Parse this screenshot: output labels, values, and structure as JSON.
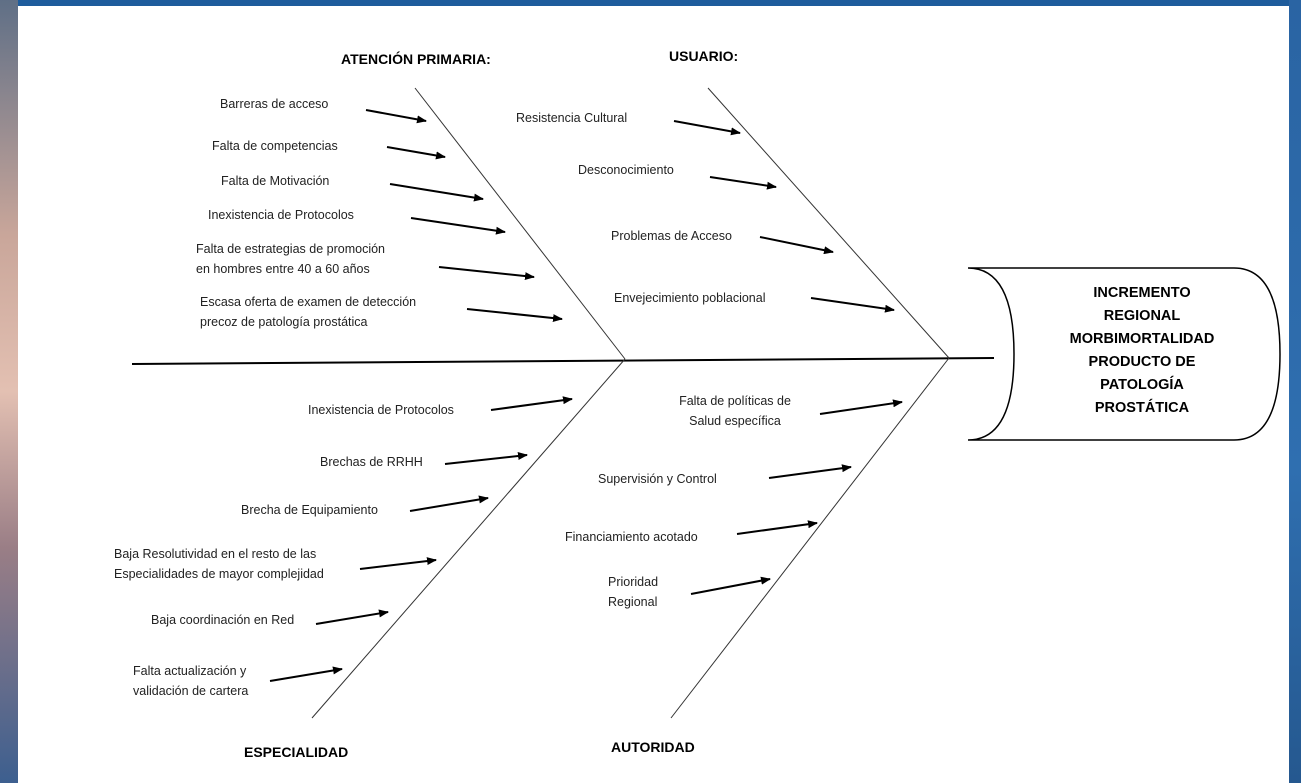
{
  "effect": [
    "INCREMENTO",
    "REGIONAL",
    "MORBIMORTALIDAD",
    "PRODUCTO DE",
    "PATOLOGÍA",
    "PROSTÁTICA"
  ],
  "categories": {
    "atencion_primaria": {
      "title": "ATENCIÓN PRIMARIA:",
      "causes": [
        [
          "Barreras de acceso"
        ],
        [
          "Falta de competencias"
        ],
        [
          "Falta de Motivación"
        ],
        [
          "Inexistencia de Protocolos"
        ],
        [
          "Falta de estrategias de promoción",
          "en hombres entre 40 a 60 años"
        ],
        [
          "Escasa oferta de examen de detección",
          "precoz de patología prostática"
        ]
      ]
    },
    "usuario": {
      "title": "USUARIO:",
      "causes": [
        [
          "Resistencia Cultural"
        ],
        [
          "Desconocimiento"
        ],
        [
          "Problemas de Acceso"
        ],
        [
          "Envejecimiento poblacional"
        ]
      ]
    },
    "especialidad": {
      "title": "ESPECIALIDAD",
      "causes": [
        [
          "Inexistencia de Protocolos"
        ],
        [
          "Brechas de RRHH"
        ],
        [
          "Brecha de Equipamiento"
        ],
        [
          "Baja Resolutividad en el resto de las",
          "Especialidades de mayor complejidad"
        ],
        [
          "Baja coordinación en Red"
        ],
        [
          "Falta actualización y",
          "validación de cartera"
        ]
      ]
    },
    "autoridad": {
      "title": "AUTORIDAD",
      "causes": [
        [
          "Falta de políticas de",
          "Salud específica"
        ],
        [
          "Supervisión y Control"
        ],
        [
          "Financiamiento acotado"
        ],
        [
          "Prioridad",
          "Regional"
        ]
      ]
    }
  }
}
